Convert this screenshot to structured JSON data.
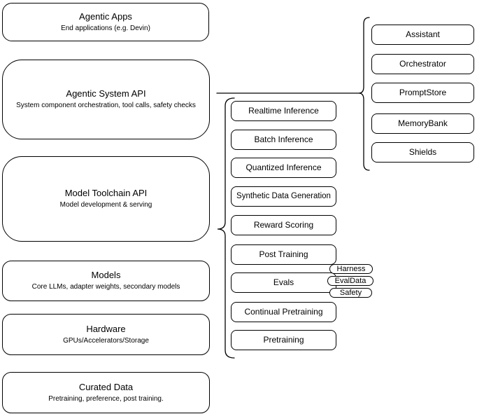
{
  "diagram": {
    "background": "#ffffff",
    "stroke_color": "#000000",
    "fill_color": "#ffffff",
    "layers": [
      {
        "title": "Agentic Apps",
        "subtitle": "End applications (e.g. Devin)"
      },
      {
        "title": "Agentic System API",
        "subtitle": "System component orchestration, tool calls, safety checks"
      },
      {
        "title": "Model Toolchain API",
        "subtitle": "Model development & serving"
      },
      {
        "title": "Models",
        "subtitle": "Core LLMs, adapter weights, secondary models"
      },
      {
        "title": "Hardware",
        "subtitle": "GPUs/Accelerators/Storage"
      },
      {
        "title": "Curated Data",
        "subtitle": "Pretraining, preference, post training."
      }
    ],
    "toolchain_services": [
      "Realtime Inference",
      "Batch Inference",
      "Quantized Inference",
      "Synthetic Data Generation",
      "Reward Scoring",
      "Post Training",
      "Evals",
      "Continual Pretraining",
      "Pretraining"
    ],
    "eval_tags": [
      "Harness",
      "EvalData",
      "Safety"
    ],
    "system_components": [
      "Assistant",
      "Orchestrator",
      "PromptStore",
      "MemoryBank",
      "Shields"
    ]
  }
}
